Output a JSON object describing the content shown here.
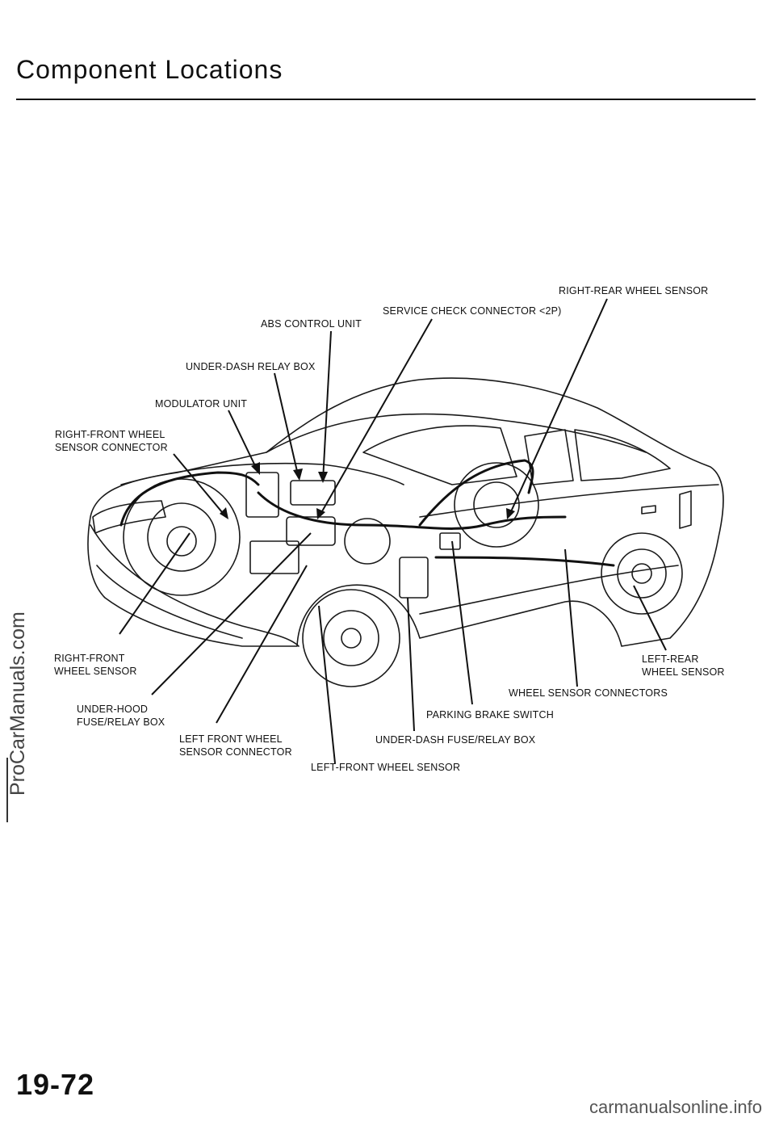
{
  "page": {
    "title": "Component Locations",
    "page_number": "19-72",
    "watermark": "ProCarManuals.com",
    "footer_site": "carmanualsonline.info"
  },
  "labels": {
    "right_rear_wheel_sensor": "RIGHT-REAR WHEEL SENSOR",
    "service_check_connector": "SERVICE CHECK CONNECTOR <2P)",
    "abs_control_unit": "ABS CONTROL UNIT",
    "under_dash_relay_box": "UNDER-DASH RELAY BOX",
    "modulator_unit": "MODULATOR UNIT",
    "right_front_wheel_sensor_connector_1": "RIGHT-FRONT WHEEL",
    "right_front_wheel_sensor_connector_2": "SENSOR CONNECTOR",
    "right_front_wheel_sensor_1": "RIGHT-FRONT",
    "right_front_wheel_sensor_2": "WHEEL SENSOR",
    "left_rear_wheel_sensor_1": "LEFT-REAR",
    "left_rear_wheel_sensor_2": "WHEEL SENSOR",
    "wheel_sensor_connectors": "WHEEL SENSOR CONNECTORS",
    "under_hood_fuse_relay_box_1": "UNDER-HOOD",
    "under_hood_fuse_relay_box_2": "FUSE/RELAY BOX",
    "parking_brake_switch": "PARKING BRAKE SWITCH",
    "left_front_wheel_sensor_connector_1": "LEFT FRONT WHEEL",
    "left_front_wheel_sensor_connector_2": "SENSOR CONNECTOR",
    "under_dash_fuse_relay_box": "UNDER-DASH FUSE/RELAY BOX",
    "left_front_wheel_sensor": "LEFT-FRONT WHEEL SENSOR"
  }
}
